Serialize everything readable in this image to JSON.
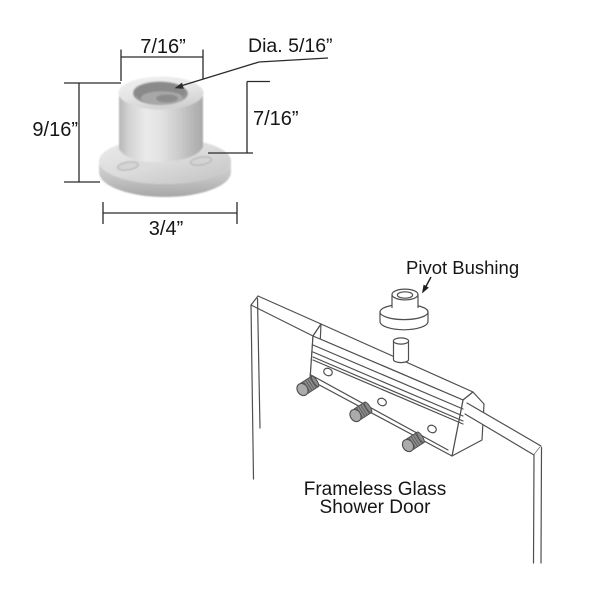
{
  "colors": {
    "background": "#ffffff",
    "dimension_lines": "#2b2b2b",
    "line_art": "#4f4f4f",
    "text": "#161616",
    "photo_light": "#ededed",
    "photo_mid": "#c9c9c9",
    "photo_dark": "#8a8a8a"
  },
  "dimension_diagram": {
    "labels": {
      "top_width": "7/16”",
      "hole_diameter": "Dia. 5/16”",
      "overall_height": "9/16”",
      "barrel_height": "7/16”",
      "base_width": "3/4”"
    }
  },
  "installation_diagram": {
    "callout": "Pivot Bushing",
    "caption_line1": "Frameless Glass",
    "caption_line2": "Shower Door"
  }
}
